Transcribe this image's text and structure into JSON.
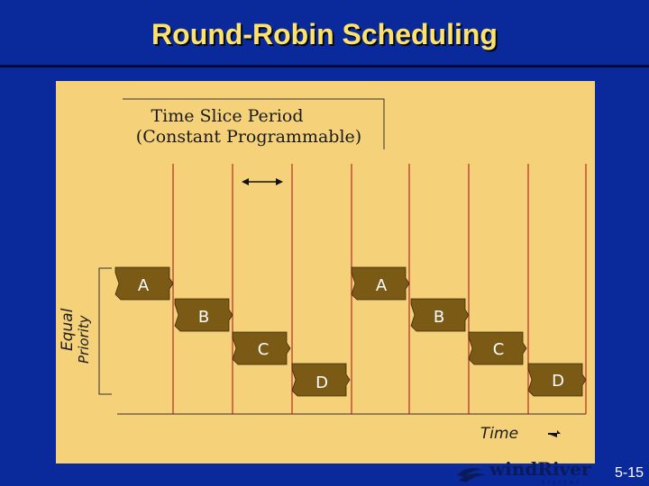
{
  "slide": {
    "title": "Round-Robin Scheduling",
    "page_number": "5-15"
  },
  "diagram": {
    "box_line1": "Time Slice Period",
    "box_line2": "(Constant   Programmable)",
    "y_label_line1": "Equal",
    "y_label_line2": "Priority",
    "x_label": "Time",
    "tasks_row1": [
      "A",
      "A"
    ],
    "tasks_row2": [
      "B",
      "B"
    ],
    "tasks_row3": [
      "C",
      "C"
    ],
    "tasks_row4": [
      "D",
      "D"
    ]
  },
  "logo": {
    "text": "windRiver",
    "subtext": "SYSTEMS"
  }
}
